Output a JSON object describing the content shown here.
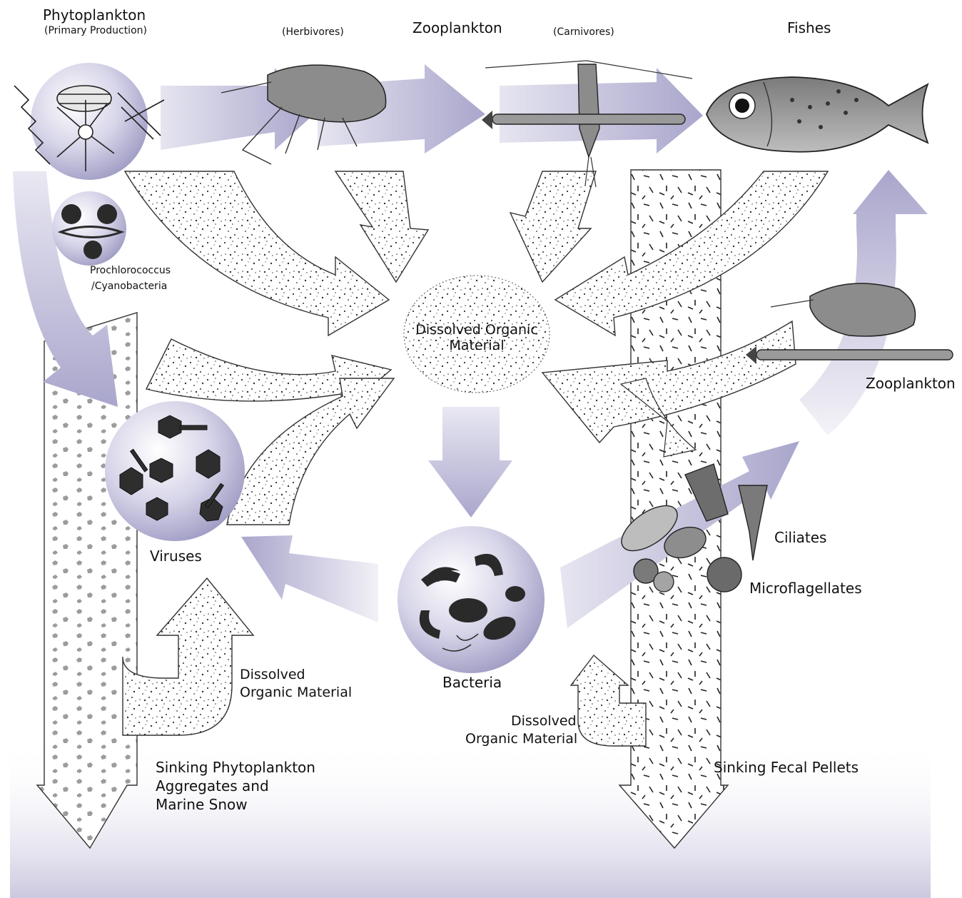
{
  "labels": {
    "phytoplankton": "Phytoplankton",
    "primary_production": "(Primary Production)",
    "herbivores": "(Herbivores)",
    "zooplankton_top": "Zooplankton",
    "carnivores": "(Carnivores)",
    "fishes": "Fishes",
    "prochlorococcus_line1": "Prochlorococcus",
    "prochlorococcus_line2": "/Cyanobacteria",
    "dom_center_line1": "Dissolved Organic",
    "dom_center_line2": "Material",
    "zooplankton_right": "Zooplankton",
    "viruses": "Viruses",
    "ciliates": "Ciliates",
    "microflagellates": "Microflagellates",
    "bacteria": "Bacteria",
    "dom_left_line1": "Dissolved",
    "dom_left_line2": "Organic Material",
    "dom_right_line1": "Dissolved",
    "dom_right_line2": "Organic Material",
    "sinking_phyto_line1": "Sinking Phytoplankton",
    "sinking_phyto_line2": "Aggregates and",
    "sinking_phyto_line3": "Marine Snow",
    "sinking_fecal": "Sinking Fecal Pellets"
  },
  "colors": {
    "flow_arrow": "#b4b2d3",
    "circle_fill": "#c9c7e0",
    "organism_dark": "#2a2a2a",
    "deep_water": "#d2cfe3"
  }
}
